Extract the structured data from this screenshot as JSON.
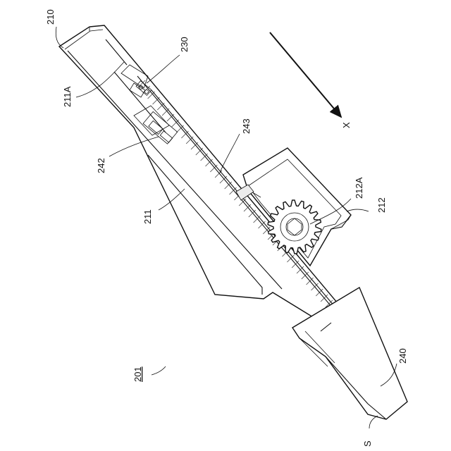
{
  "figure": {
    "labels": {
      "l210": "210",
      "l230": "230",
      "l211A": "211A",
      "l243": "243",
      "l242": "242",
      "l212A": "212A",
      "l211": "211",
      "l212": "212",
      "l240": "240",
      "l201": "201",
      "lS": "S",
      "lX": "X"
    },
    "gear_teeth": 18,
    "rack_teeth": 44
  }
}
